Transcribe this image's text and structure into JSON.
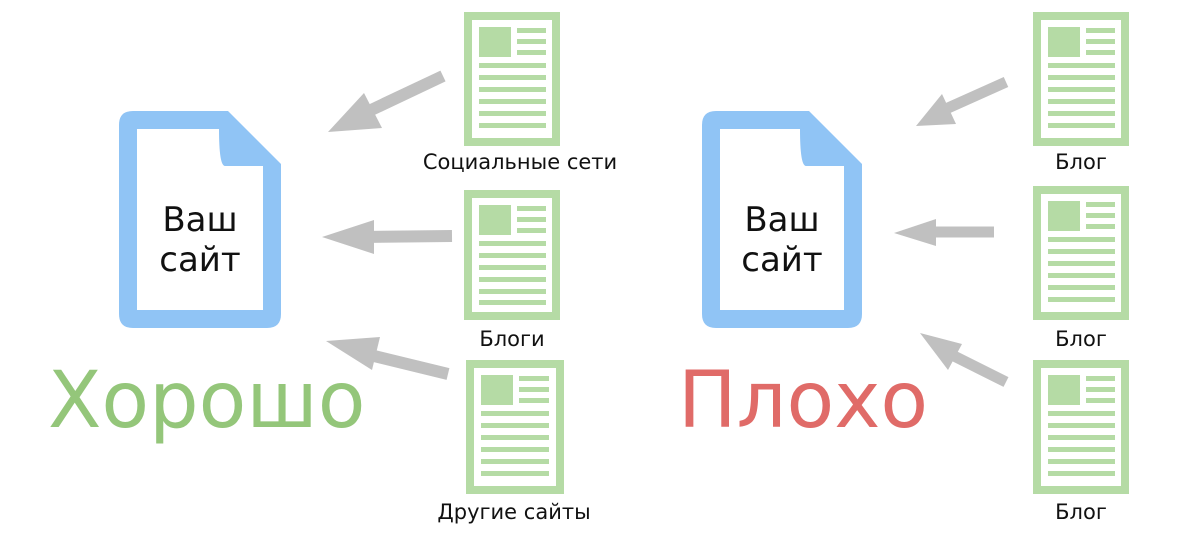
{
  "good_panel": {
    "site_label_line1": "Ваш",
    "site_label_line2": "сайт",
    "verdict": "Хорошо",
    "sources": [
      {
        "caption": "Социальные сети"
      },
      {
        "caption": "Блоги"
      },
      {
        "caption": "Другие сайты"
      }
    ]
  },
  "bad_panel": {
    "site_label_line1": "Ваш",
    "site_label_line2": "сайт",
    "verdict": "Плохо",
    "sources": [
      {
        "caption": "Блог"
      },
      {
        "caption": "Блог"
      },
      {
        "caption": "Блог"
      }
    ]
  },
  "colors": {
    "site_icon": "#90c4f5",
    "source_icon": "#b5dba5",
    "arrow": "#c0c0c0",
    "good": "#94c67a",
    "bad": "#e06b68"
  },
  "icons": {
    "site": "document-icon",
    "source": "article-page-icon",
    "link": "arrow-left-icon"
  }
}
